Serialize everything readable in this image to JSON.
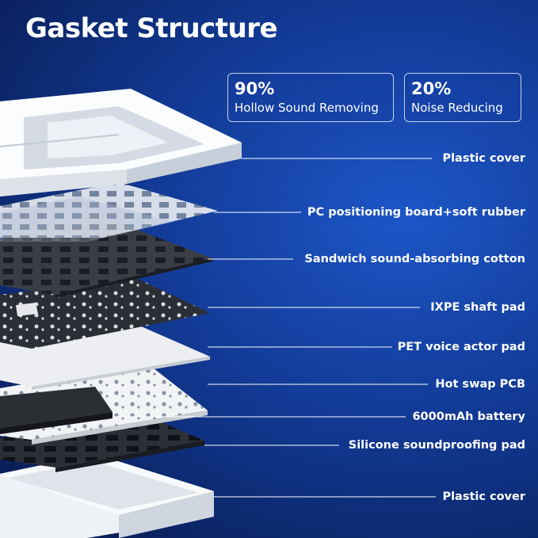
{
  "title": "Gasket Structure",
  "stats": [
    {
      "value": "90%",
      "caption": "Hollow Sound Removing"
    },
    {
      "value": "20%",
      "caption": "Noise Reducing"
    }
  ],
  "layers": [
    {
      "name": "Plastic cover"
    },
    {
      "name": "PC positioning board+soft rubber"
    },
    {
      "name": "Sandwich sound-absorbing cotton"
    },
    {
      "name": "IXPE shaft pad"
    },
    {
      "name": "PET voice actor pad"
    },
    {
      "name": "Hot swap PCB"
    },
    {
      "name": "6000mAh battery"
    },
    {
      "name": "Silicone soundproofing pad"
    },
    {
      "name": "Plastic cover"
    }
  ],
  "colors": {
    "background": "#123a95",
    "accent": "#ffffff"
  }
}
